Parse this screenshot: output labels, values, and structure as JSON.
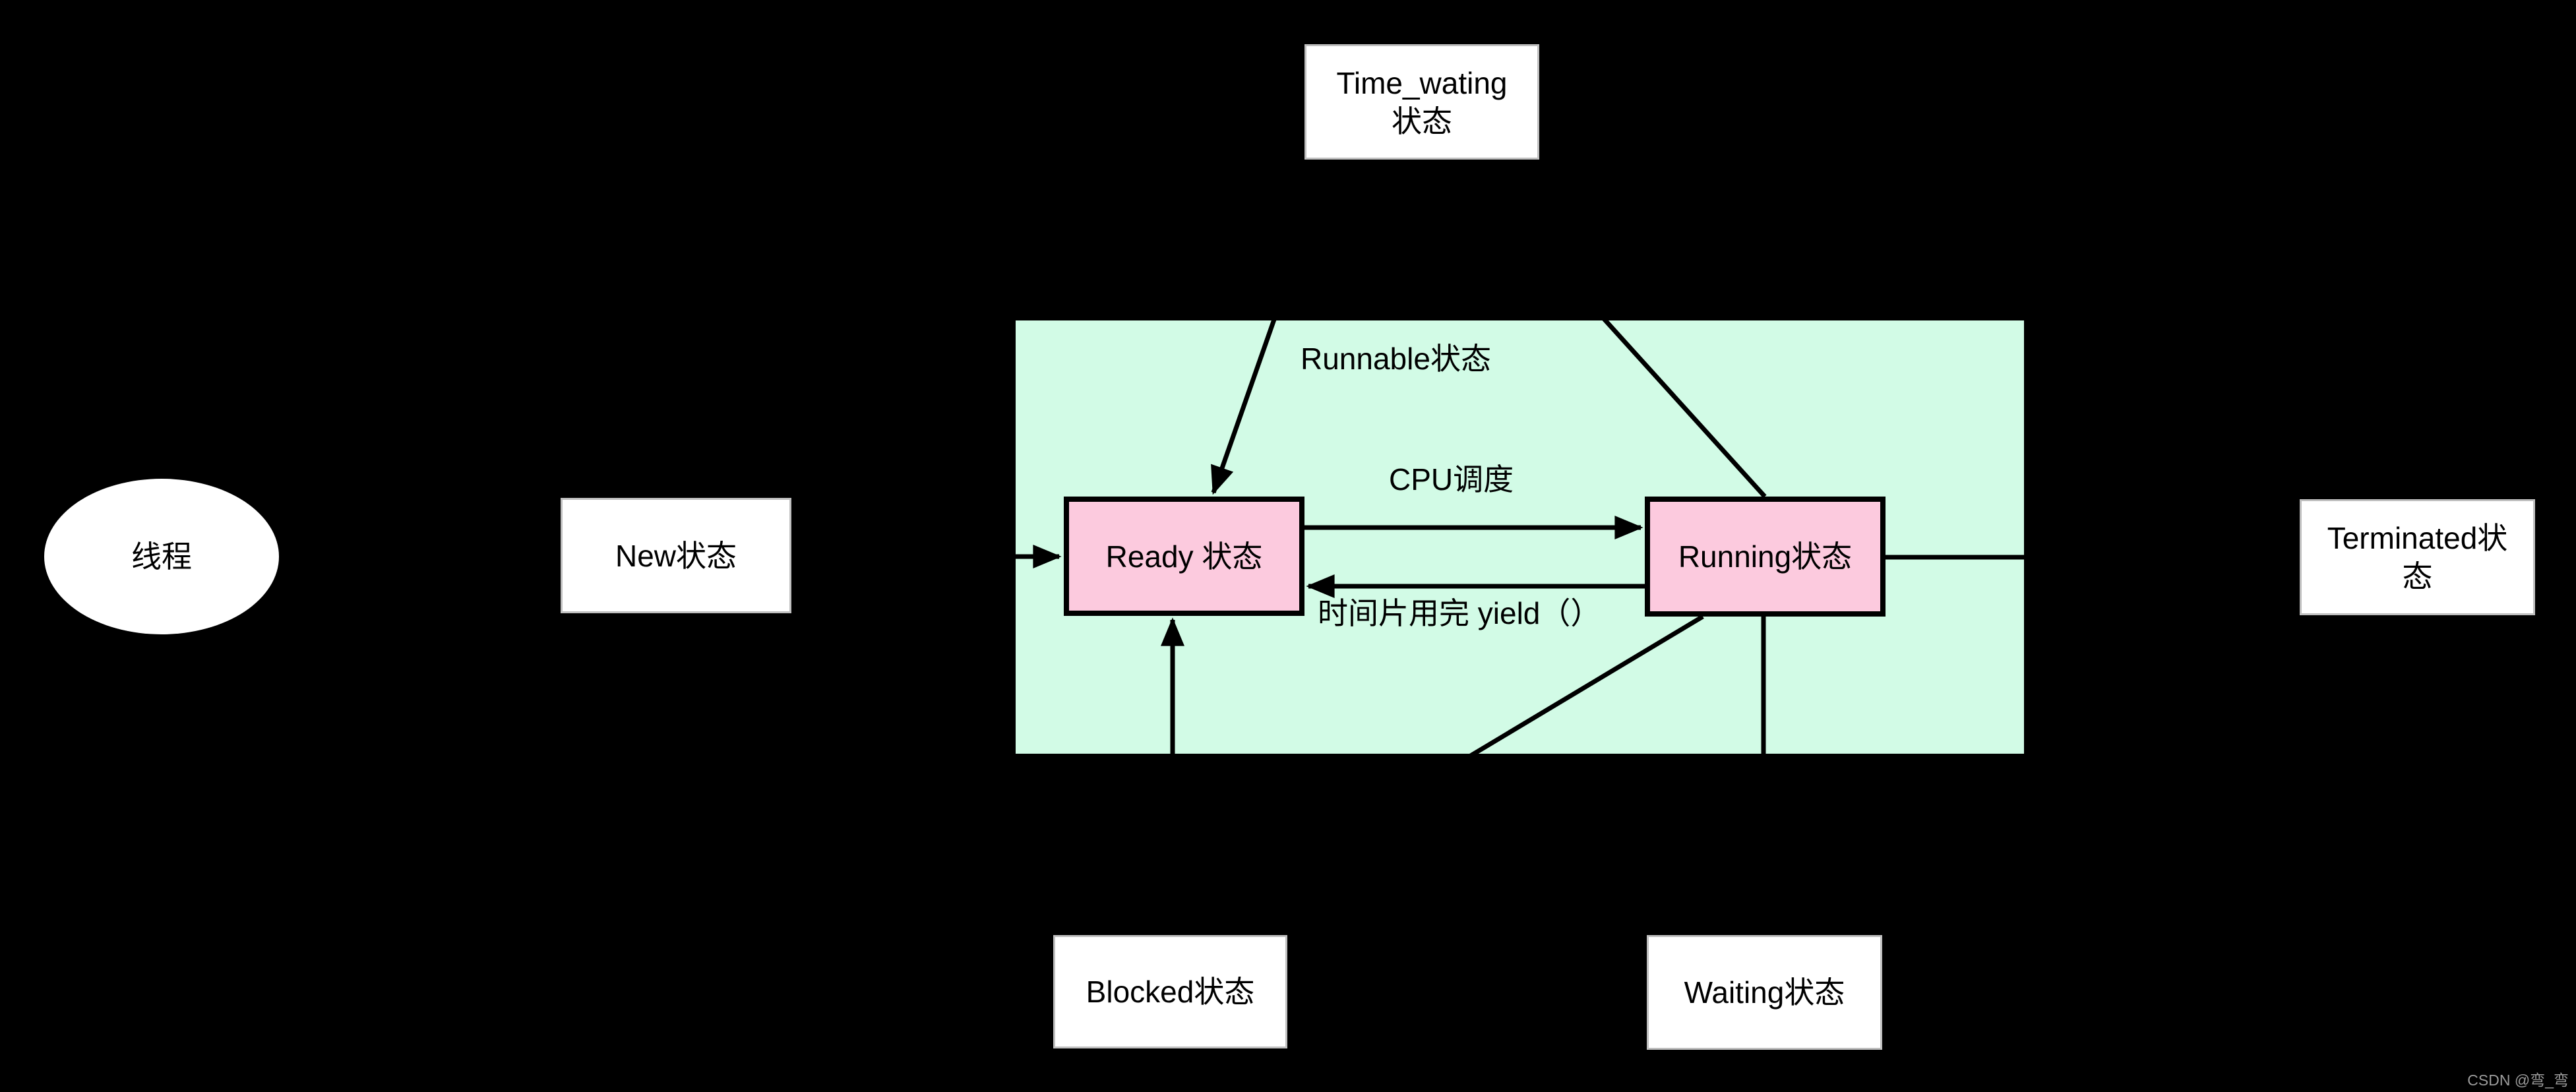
{
  "colors": {
    "bg": "#000000",
    "green": "#d2fbe6",
    "pink": "#fccade",
    "line": "#000000",
    "box-border": "#bfbfbf",
    "watermark": "#9b9b9b"
  },
  "nodes": {
    "thread": {
      "label": "线程",
      "shape": "ellipse"
    },
    "new": {
      "label": "New状态",
      "shape": "rect-white"
    },
    "time_waiting": {
      "label": "Time_wating\n状态",
      "shape": "rect-white"
    },
    "runnable_region": {
      "label": "Runnable状态",
      "shape": "region-green"
    },
    "ready": {
      "label": "Ready 状态",
      "shape": "rect-pink"
    },
    "running": {
      "label": "Running状态",
      "shape": "rect-pink"
    },
    "terminated": {
      "label": "Terminated状\n态",
      "shape": "rect-white"
    },
    "blocked": {
      "label": "Blocked状态",
      "shape": "rect-white"
    },
    "waiting": {
      "label": "Waiting状态",
      "shape": "rect-white"
    }
  },
  "edges": [
    {
      "name": "thread-to-new",
      "from": "thread",
      "to": "new",
      "label": ""
    },
    {
      "name": "new-to-ready",
      "from": "new",
      "to": "ready",
      "label": ""
    },
    {
      "name": "ready-to-running",
      "from": "ready",
      "to": "running",
      "label": "CPU调度"
    },
    {
      "name": "running-to-ready",
      "from": "running",
      "to": "ready",
      "label": "时间片用完 yield（）"
    },
    {
      "name": "timewaiting-to-ready",
      "from": "time_waiting",
      "to": "ready",
      "label": ""
    },
    {
      "name": "running-to-timewaiting",
      "from": "running",
      "to": "time_waiting",
      "label": ""
    },
    {
      "name": "running-to-terminated",
      "from": "running",
      "to": "terminated",
      "label": ""
    },
    {
      "name": "blocked-to-ready",
      "from": "blocked",
      "to": "ready",
      "label": ""
    },
    {
      "name": "running-to-blocked",
      "from": "running",
      "to": "blocked",
      "label": ""
    },
    {
      "name": "running-to-waiting",
      "from": "running",
      "to": "waiting",
      "label": ""
    }
  ],
  "watermark": "CSDN @弯_弯"
}
